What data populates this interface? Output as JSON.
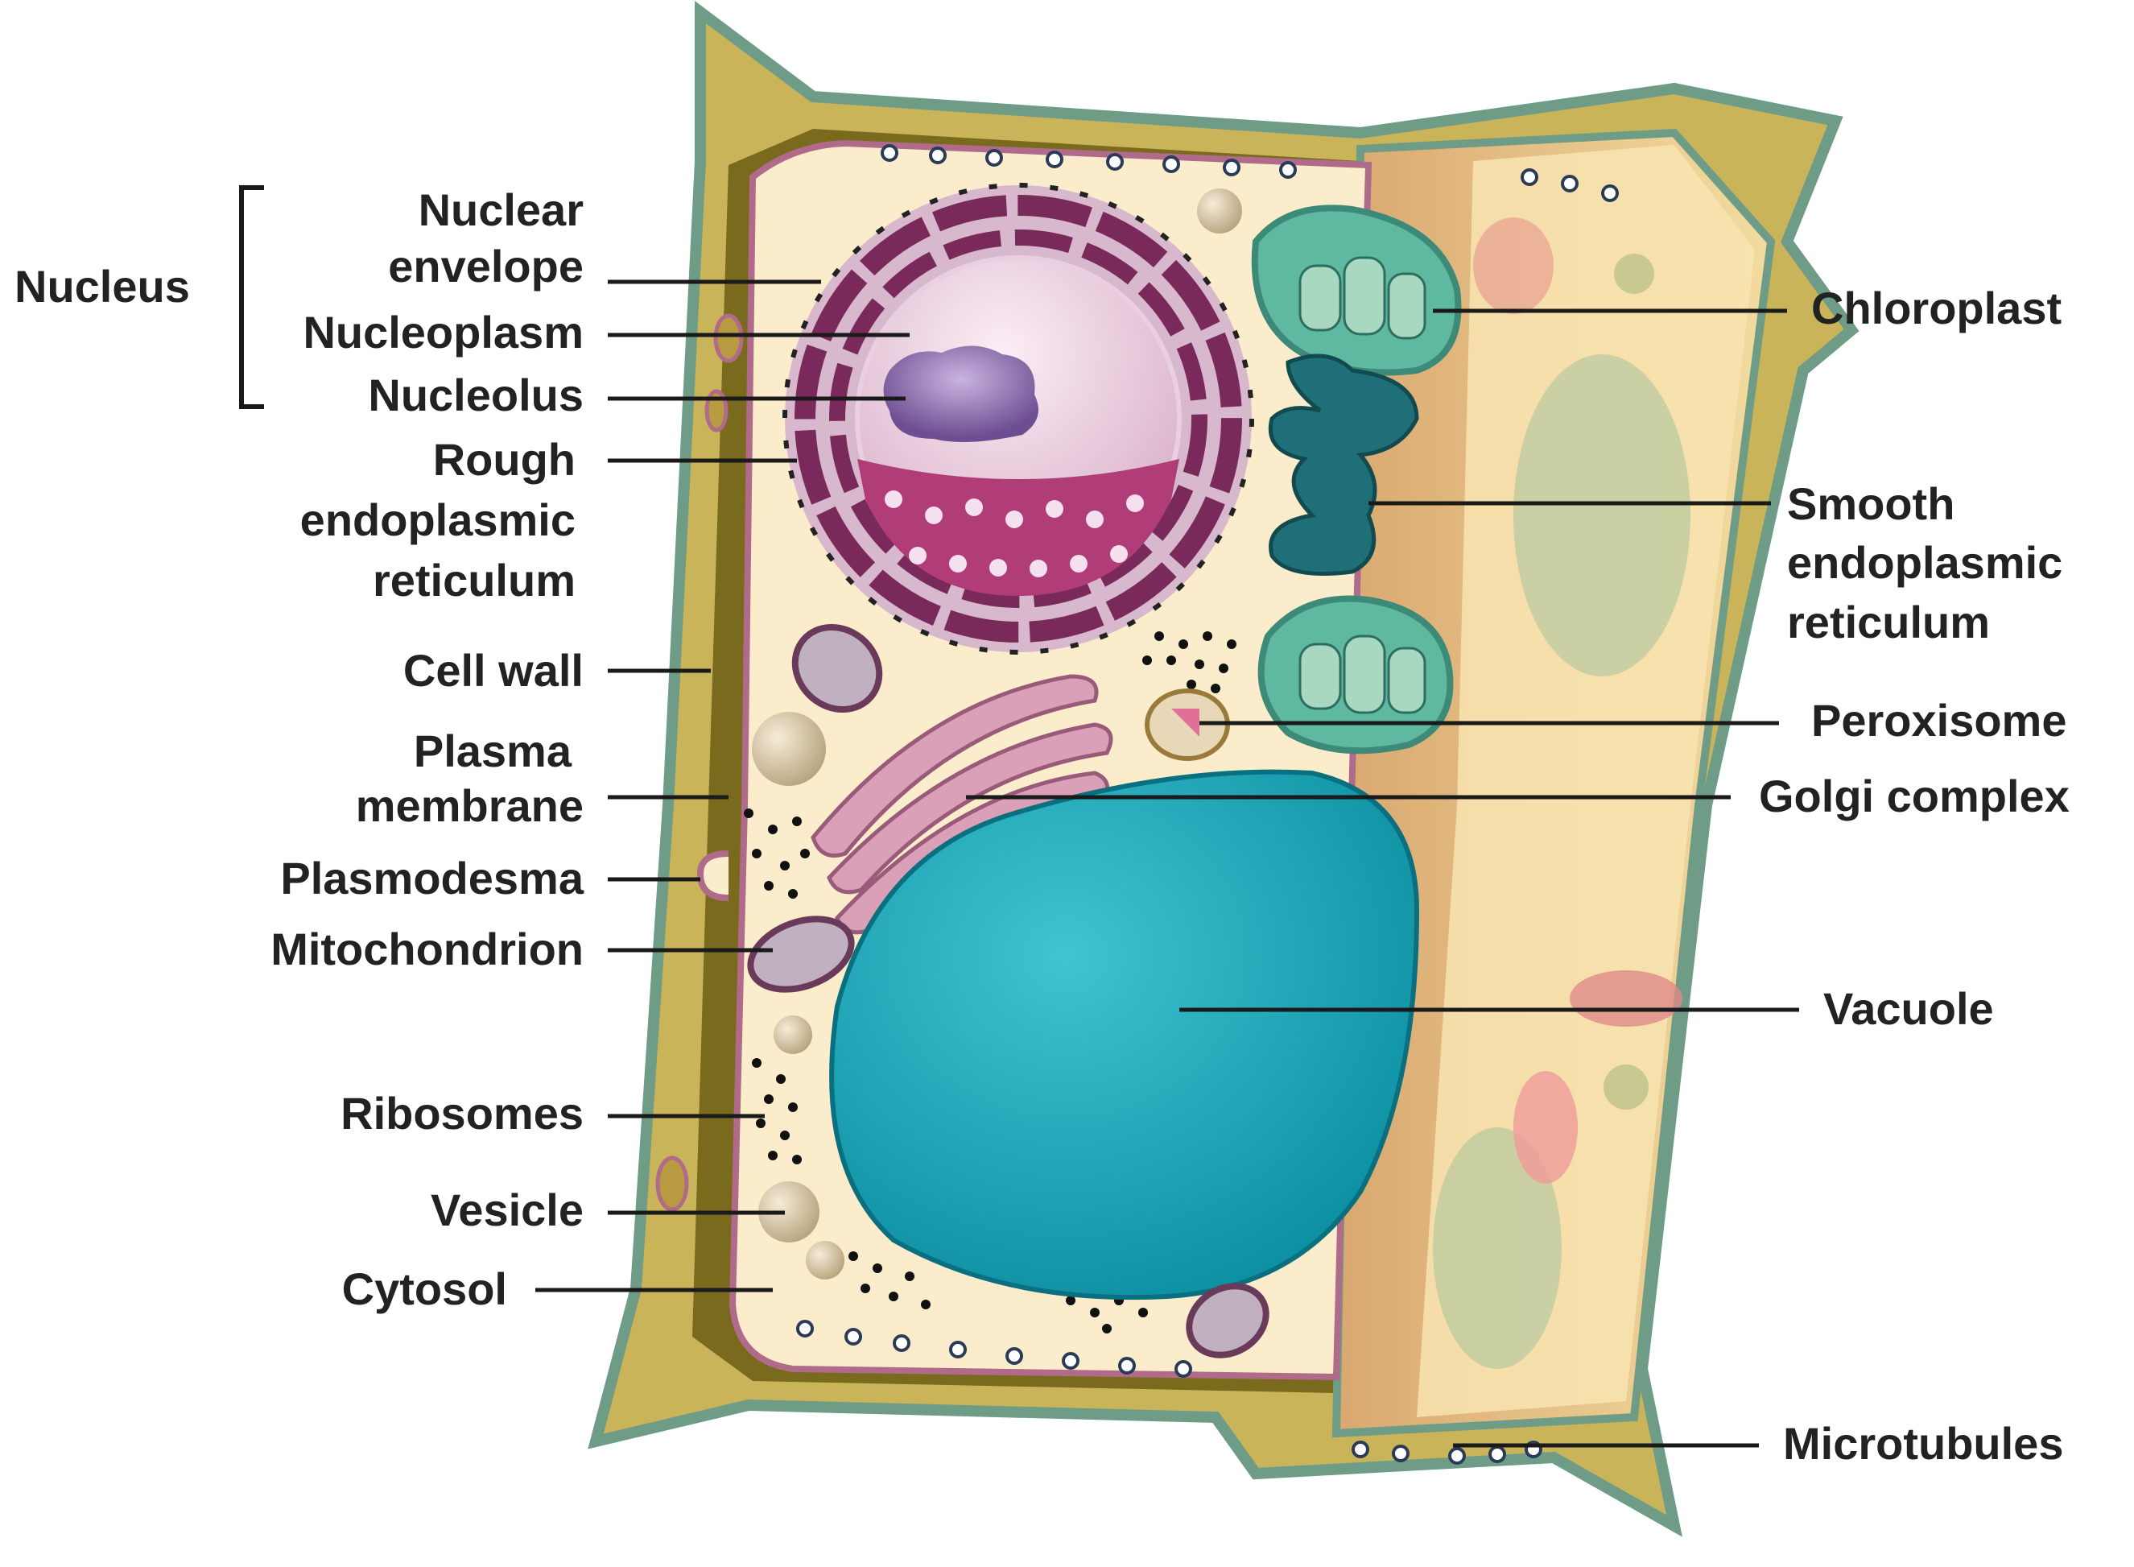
{
  "labels": {
    "nucleus": "Nucleus",
    "nuclear_envelope": [
      "Nuclear",
      "envelope"
    ],
    "nucleoplasm": "Nucleoplasm",
    "nucleolus": "Nucleolus",
    "rough_er": [
      "Rough",
      "endoplasmic",
      "reticulum"
    ],
    "cell_wall": "Cell wall",
    "plasma_membrane": [
      "Plasma",
      "membrane"
    ],
    "plasmodesma": "Plasmodesma",
    "mitochondrion": "Mitochondrion",
    "ribosomes": "Ribosomes",
    "vesicle": "Vesicle",
    "cytosol": "Cytosol",
    "chloroplast": "Chloroplast",
    "smooth_er": [
      "Smooth",
      "endoplasmic",
      "reticulum"
    ],
    "peroxisome": "Peroxisome",
    "golgi": "Golgi complex",
    "vacuole": "Vacuole",
    "microtubules": "Microtubules"
  },
  "colors": {
    "cell_wall": "#c9b45a",
    "cell_wall_dark": "#7a6a1e",
    "wall_edge": "#6e9c86",
    "cytosol": "#fbeccb",
    "membrane": "#b06a8a",
    "nucleus_envelope": "#7a2a5a",
    "nucleoplasm": "#ecd3e2",
    "nucleolus": "#8a6aa8",
    "vacuole": "#1aa6b8",
    "chloroplast": "#5fb8a0",
    "smooth_er": "#1f6f78",
    "golgi": "#d9a0b8",
    "side_face": "#e8c880",
    "leader": "#1a1a1a"
  }
}
